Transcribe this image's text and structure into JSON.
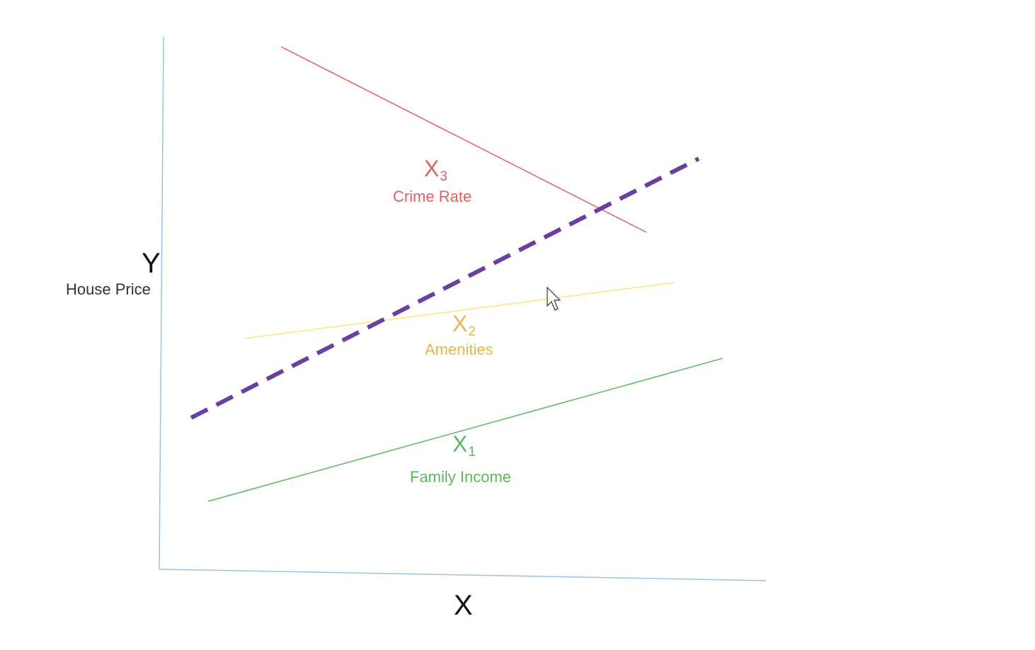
{
  "axes": {
    "y_symbol": "Y",
    "y_caption": "House Price",
    "x_symbol": "X",
    "axis_color": "#9cc3e6"
  },
  "lines": [
    {
      "symbol": "X",
      "subscript": "3",
      "caption": "Crime Rate",
      "color": "#e06060",
      "trend": "negative"
    },
    {
      "symbol": "X",
      "subscript": "2",
      "caption": "Amenities",
      "color": "#e6b84a",
      "line_color": "#ffe680",
      "trend": "slightly positive"
    },
    {
      "symbol": "X",
      "subscript": "1",
      "caption": "Family Income",
      "color": "#5cb85c",
      "trend": "positive"
    }
  ],
  "combined_line": {
    "color": "#6a3fa0",
    "style": "dashed",
    "trend": "positive"
  },
  "cursor": {
    "icon": "mouse-pointer-icon"
  }
}
